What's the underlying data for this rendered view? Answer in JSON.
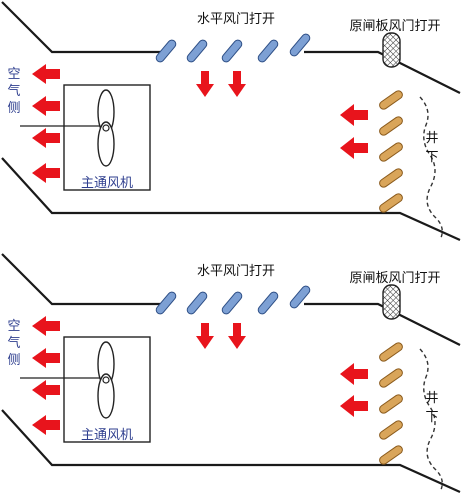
{
  "panels": [
    {
      "horizontal_damper_label": "水平风门打开",
      "partition_damper_label": "原闸板风门打开",
      "air_side_label": [
        "空",
        "气",
        "侧"
      ],
      "fan_label": "主通风机",
      "underground_label": [
        "井",
        "下"
      ]
    },
    {
      "horizontal_damper_label": "水平风门打开",
      "partition_damper_label": "原闸板风门打开",
      "air_side_label": [
        "空",
        "气",
        "侧"
      ],
      "fan_label": "主通风机",
      "underground_label": [
        "井",
        "下"
      ]
    }
  ],
  "colors": {
    "line": "#1a1a1a",
    "airflow_arrow": "#e8141c",
    "horizontal_damper_fill": "#7da0d4",
    "horizontal_damper_stroke": "#2e4f86",
    "shaft_damper_fill": "#d9a55a",
    "shaft_damper_stroke": "#8a5a1c",
    "fan_label_color": "#2f3f8f"
  },
  "icons": {
    "fan": "fan-icon",
    "partition_damper": "mesh-damper-icon",
    "airflow": "arrow-icon"
  }
}
